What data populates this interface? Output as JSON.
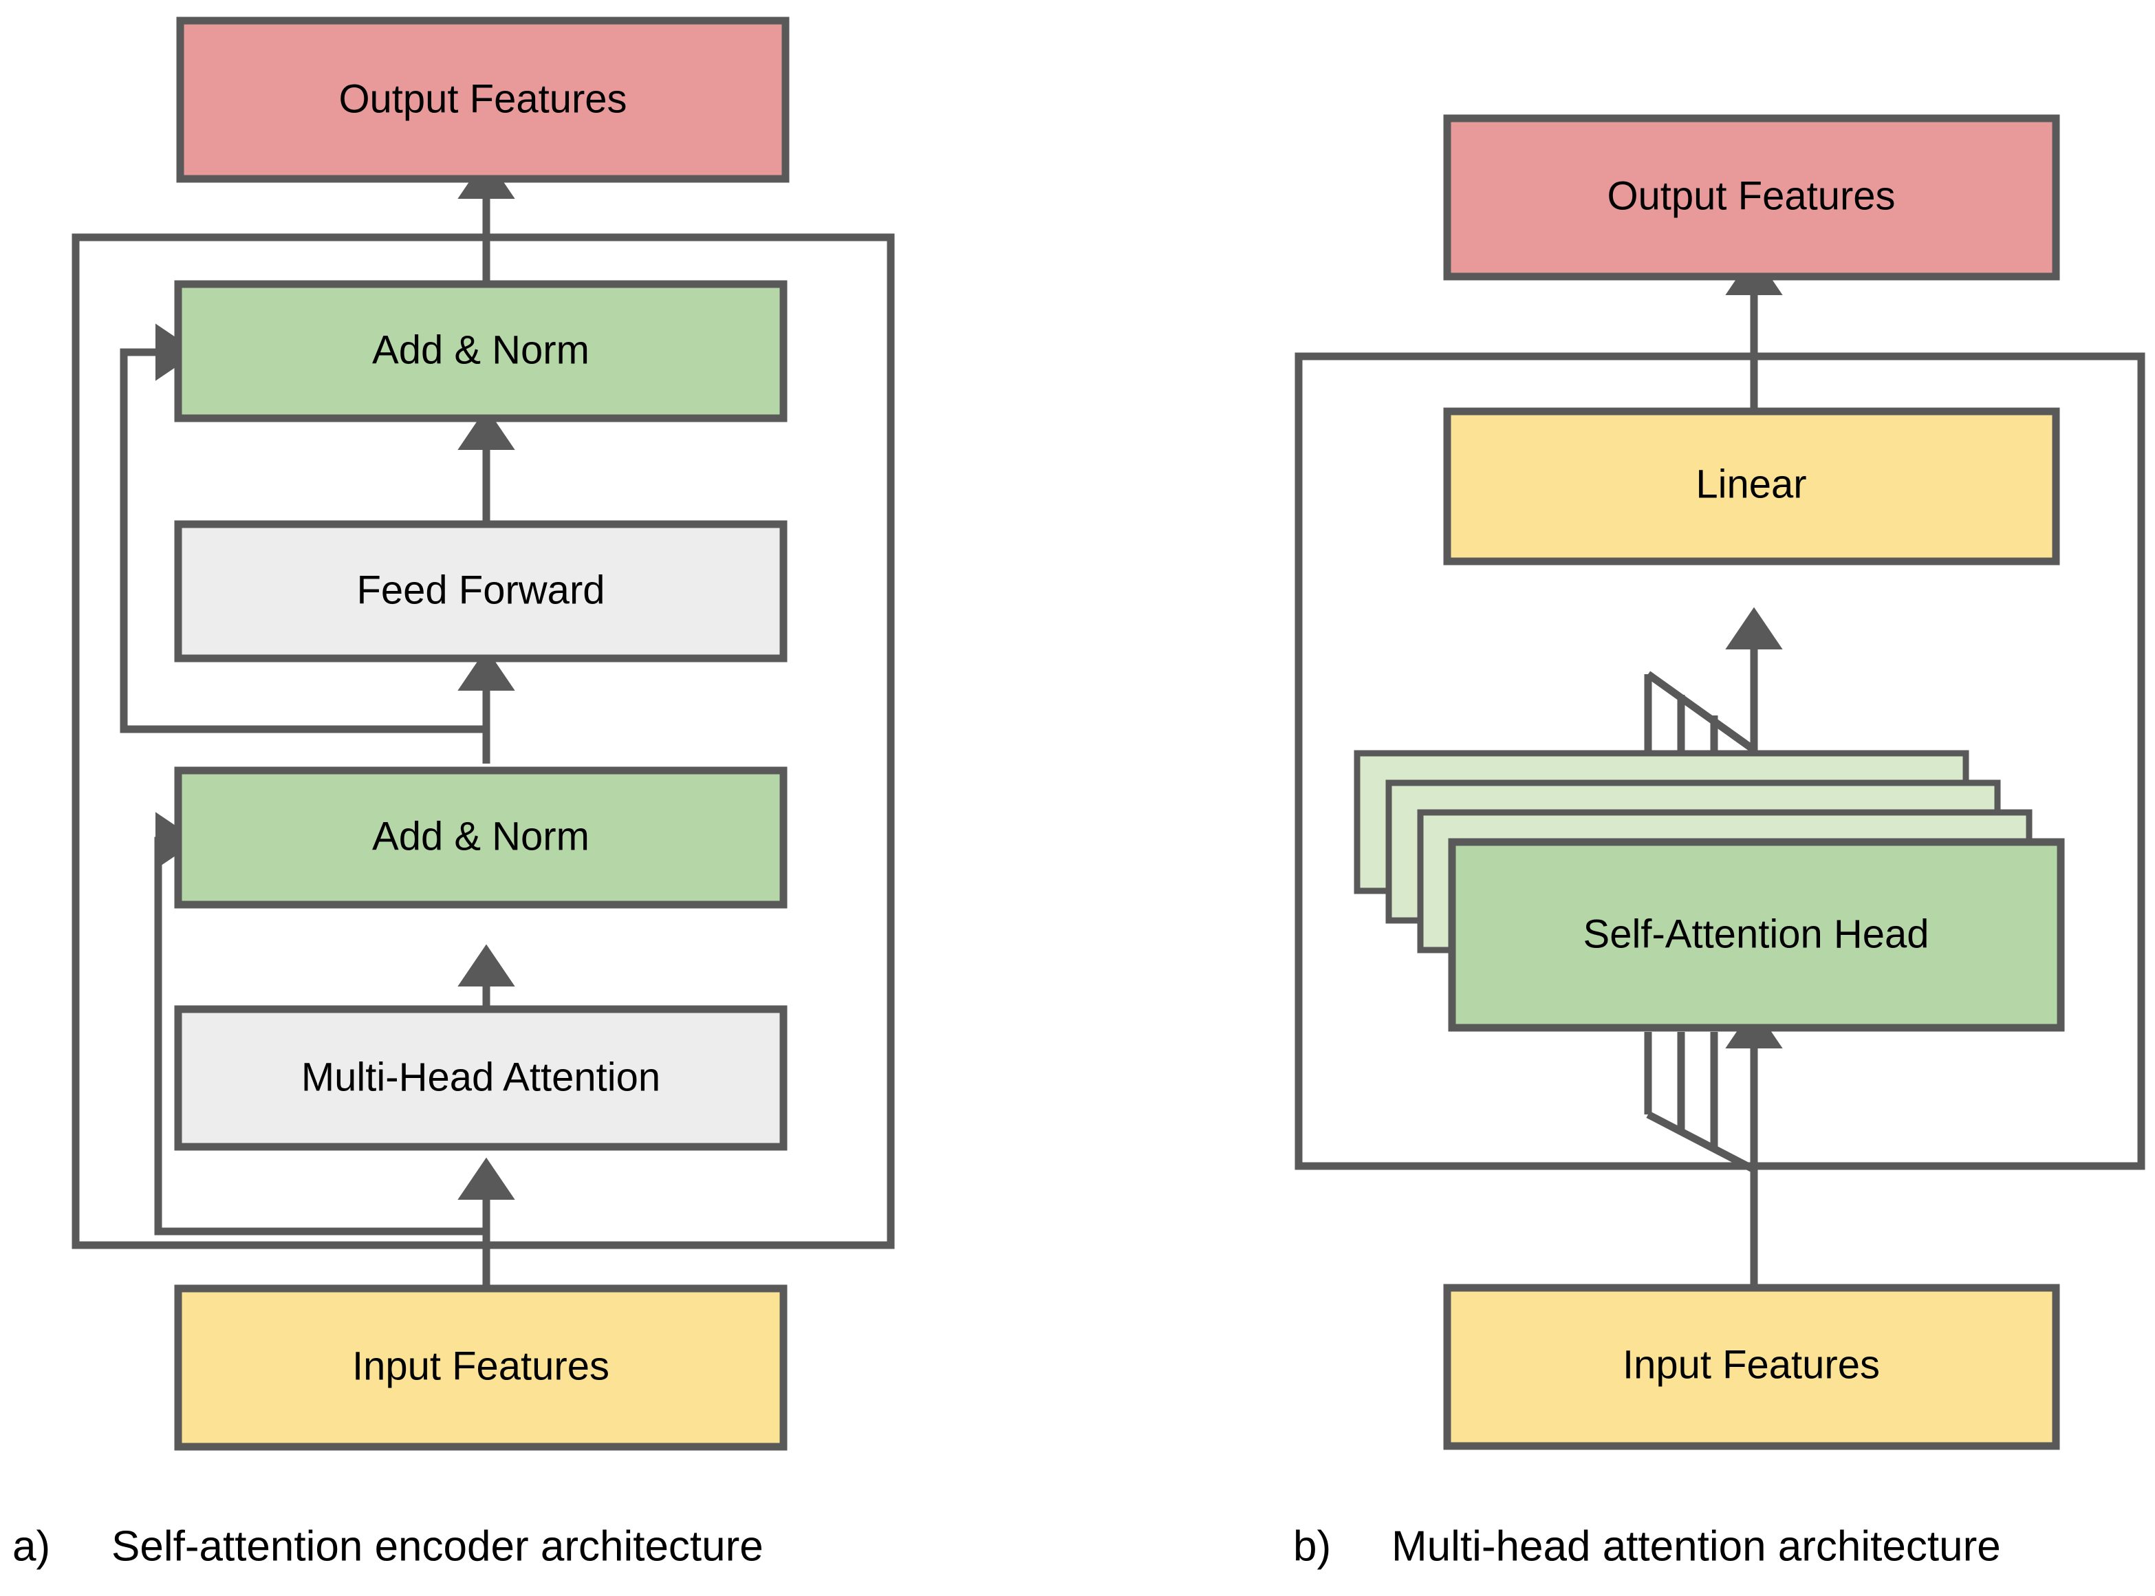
{
  "figure": {
    "panels": [
      {
        "id": "panel-a",
        "caption_letter": "a)",
        "caption_text": "Self-attention encoder architecture",
        "blocks": [
          {
            "id": "output-features",
            "label": "Output Features",
            "color": "#E89A9A"
          },
          {
            "id": "add-norm-top",
            "label": "Add & Norm",
            "color": "#B5D6A7"
          },
          {
            "id": "feed-forward",
            "label": "Feed Forward",
            "color": "#EDEDED"
          },
          {
            "id": "add-norm-bottom",
            "label": "Add & Norm",
            "color": "#B5D6A7"
          },
          {
            "id": "multi-head-attention",
            "label": "Multi-Head Attention",
            "color": "#EDEDED"
          },
          {
            "id": "input-features",
            "label": "Input Features",
            "color": "#FCE294"
          }
        ]
      },
      {
        "id": "panel-b",
        "caption_letter": "b)",
        "caption_text": "Multi-head attention architecture",
        "blocks": [
          {
            "id": "output-features",
            "label": "Output Features",
            "color": "#E89A9A"
          },
          {
            "id": "linear",
            "label": "Linear",
            "color": "#FCE294"
          },
          {
            "id": "self-attention-head",
            "label": "Self-Attention Head",
            "color": "#B5D6A7"
          },
          {
            "id": "input-features",
            "label": "Input Features",
            "color": "#FCE294"
          }
        ],
        "head_stack_count": 4
      }
    ]
  },
  "colors": {
    "stroke": "#595959",
    "salmon": "#E89A9A",
    "green": "#B5D6A7",
    "light_green": "#D8E9CC",
    "gray": "#EDEDED",
    "yellow": "#FCE294",
    "background": "#FFFFFF",
    "text": "#000000"
  }
}
